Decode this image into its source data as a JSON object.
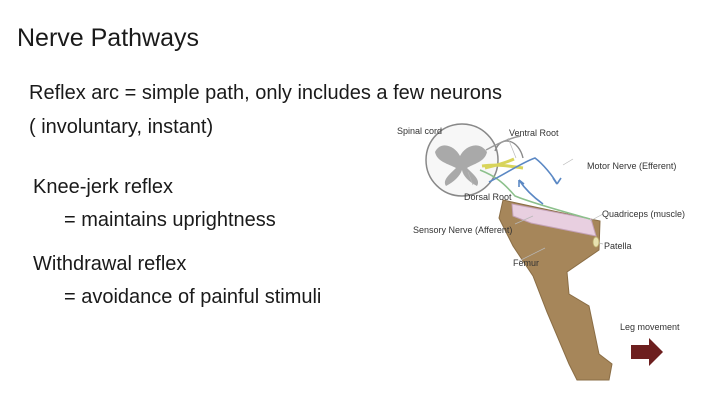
{
  "title": "Nerve Pathways",
  "body": {
    "reflex_arc_line1": "Reflex arc = simple path, only includes a few neurons",
    "reflex_arc_line2": "( involuntary, instant)",
    "knee_jerk": "Knee-jerk reflex",
    "knee_jerk_desc": "= maintains uprightness",
    "withdrawal": "Withdrawal reflex",
    "withdrawal_desc": "= avoidance of painful stimuli"
  },
  "diagram": {
    "labels": {
      "spinal_cord": "Spinal cord",
      "ventral_root": "Ventral Root",
      "motor_nerve": "Motor Nerve (Efferent)",
      "dorsal_root": "Dorsal Root",
      "quadriceps": "Quadriceps (muscle)",
      "sensory_nerve": "Sensory Nerve (Afferent)",
      "patella": "Patella",
      "femur": "Femur",
      "leg_movement": "Leg movement"
    },
    "colors": {
      "leg": "#a6865a",
      "cord_gray": "#a9a9a9",
      "muscle": "#e8cfe0",
      "arrow": "#6d1f1f",
      "nerve_yellow": "#d8d45a",
      "nerve_green": "#8cc08c",
      "nerve_blue": "#5b88c4"
    }
  }
}
